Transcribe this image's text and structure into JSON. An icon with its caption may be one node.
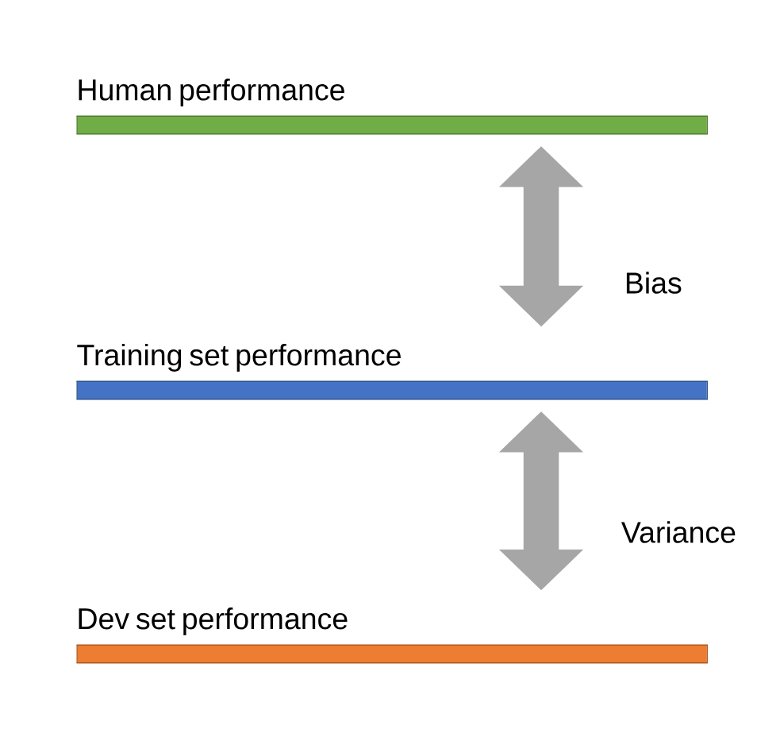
{
  "diagram": {
    "nodes": [
      {
        "text": [
          "Human performance"
        ]
      },
      {
        "text": [
          "Training set performance"
        ]
      },
      {
        "text": [
          "Dev set performance"
        ]
      }
    ],
    "edges": [
      {
        "from": 0,
        "to": 1,
        "arrow": "both",
        "label": "Bias"
      },
      {
        "from": 1,
        "to": 2,
        "arrow": "both",
        "label": "Variance"
      }
    ]
  }
}
